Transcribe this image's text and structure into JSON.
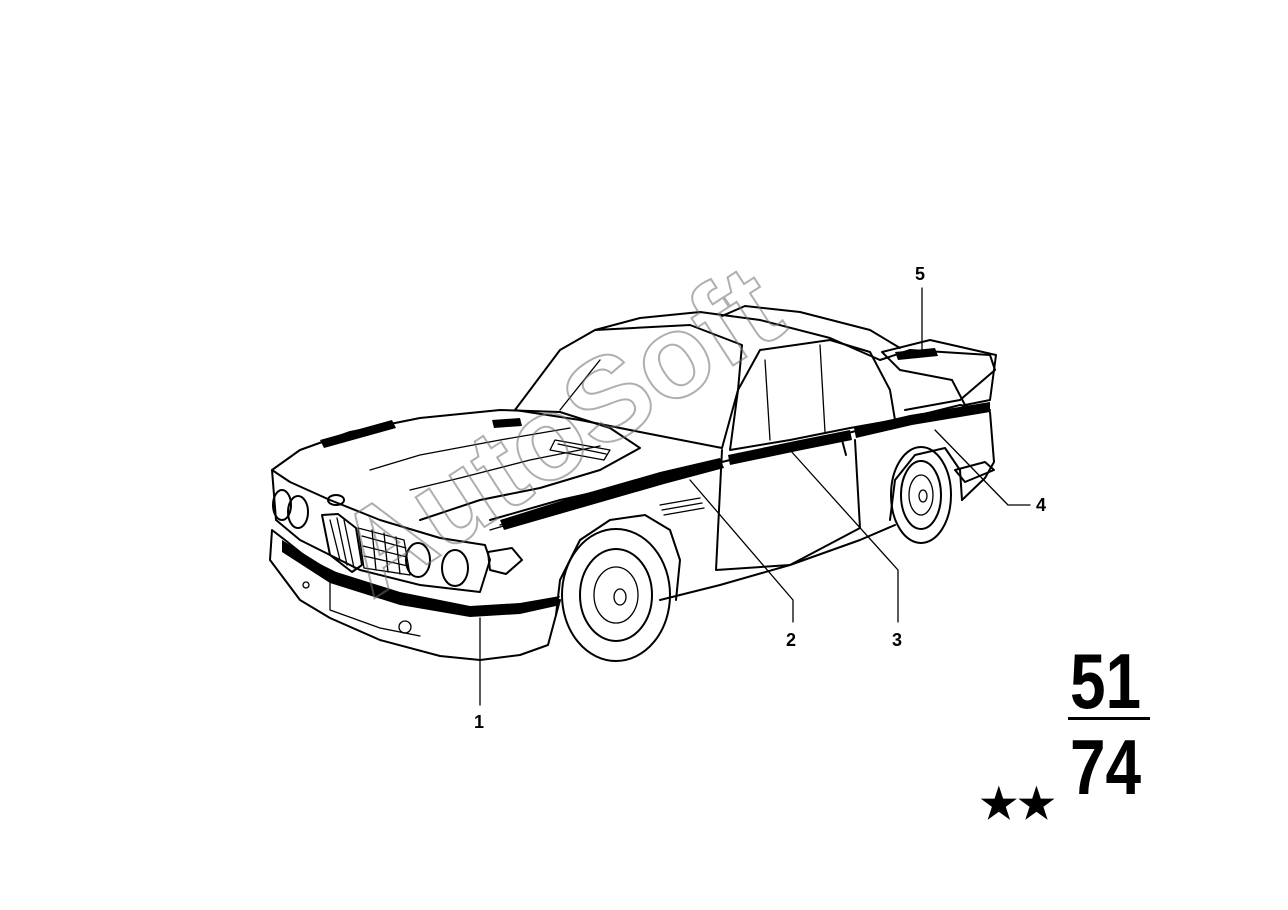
{
  "callouts": [
    {
      "id": "1",
      "label": "1"
    },
    {
      "id": "2",
      "label": "2"
    },
    {
      "id": "3",
      "label": "3"
    },
    {
      "id": "4",
      "label": "4"
    },
    {
      "id": "5",
      "label": "5"
    }
  ],
  "group_code": {
    "top": "51",
    "bottom": "74",
    "stars": "★★"
  },
  "watermark": {
    "text": "AutoSoft"
  },
  "colors": {
    "ink": "#000000",
    "background": "#ffffff",
    "watermark": "#6e6e6e"
  }
}
